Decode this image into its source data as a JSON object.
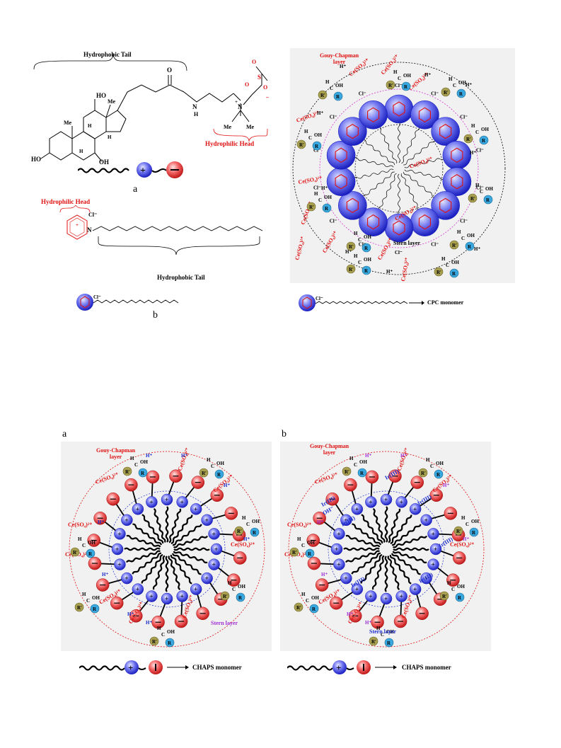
{
  "colors": {
    "red_label": "#e01010",
    "blue_label": "#1a2ccc",
    "cation_blue": "#3a3fe0",
    "anion_red": "#e8383a",
    "R_cyan": "#3aa8e0",
    "R_olive": "#a8a050",
    "panel_bg": "#f1f1f1"
  },
  "icons": {
    "cation": "blue-sphere-plus",
    "anion": "red-sphere-minus",
    "pyridinium": "pyridinium-ring-sphere",
    "arrow": "arrow-right"
  },
  "fig1": {
    "chaps_top_label": "Hydrophobic Tail",
    "chaps_head_label": "Hydrophilic Head",
    "chaps_atoms": [
      "HO",
      "HO",
      "OH",
      "Me",
      "Me",
      "H",
      "H",
      "H",
      "O",
      "N",
      "H",
      "N",
      "+",
      "Me",
      "Me",
      "S",
      "O",
      "O",
      "O",
      "–"
    ],
    "panel_a": "a",
    "cpc_head_label": "Hydrophilic Head",
    "cpc_counter_ion": "Cl⁻",
    "cpc_atom_N": "N",
    "cpc_tail_label": "Hydrophobic Tail",
    "panel_b": "b",
    "micelle_gouy": "Gouy-Chapman\nlayer",
    "micelle_stern": "Stern layer",
    "cpc_legend": "CPC monomer",
    "ions": {
      "cerium": "Ce(SO₄)²⁺",
      "chloride": "Cl⁻",
      "proton": "H⁺",
      "alcohol_oh": "OH",
      "alcohol_ho": "HO",
      "alcohol_h": "H",
      "alcohol_c": "C",
      "r": "R",
      "r_prime": "R′"
    }
  },
  "fig2": {
    "panel_a": "a",
    "panel_b": "b",
    "a_gouy": "Gouy-Chapman\nlayer",
    "a_stern": "Stern layer",
    "b_gouy": "Gouy-Chapman\nlayer",
    "b_stern": "Stern layer",
    "legend_a": "CHAPS monomer",
    "legend_b": "CHAPS monomer",
    "iridium": "Ir(III)",
    "oh_minus": "OH⁻"
  }
}
